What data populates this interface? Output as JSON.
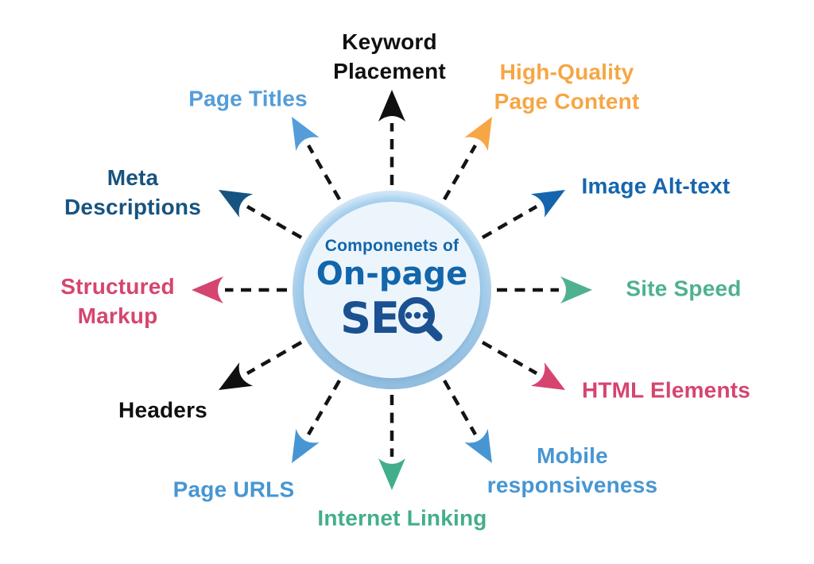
{
  "center": {
    "subtitle": "Componenets of",
    "title": "On-page",
    "acronym": "SE",
    "text_color": "#1266AB",
    "acronym_color": "#1B5191",
    "ring_color": "#A9D2EF",
    "fill_color": "#EDF5FC"
  },
  "dash_color": "#141414",
  "spokes": [
    {
      "label": "Keyword Placement",
      "color": "#101010"
    },
    {
      "label": "High-Quality Page Content",
      "color": "#F6A644"
    },
    {
      "label": "Image Alt-text",
      "color": "#1565AE"
    },
    {
      "label": "Site Speed",
      "color": "#4FB191"
    },
    {
      "label": "HTML Elements",
      "color": "#D6456F"
    },
    {
      "label": "Mobile responsiveness",
      "color": "#4796D3"
    },
    {
      "label": "Internet Linking",
      "color": "#43AE8C"
    },
    {
      "label": "Page URLS",
      "color": "#4796D3"
    },
    {
      "label": "Headers",
      "color": "#101010"
    },
    {
      "label": "Structured Markup",
      "color": "#D6456F"
    },
    {
      "label": "Meta Descriptions",
      "color": "#175380"
    },
    {
      "label": "Page Titles",
      "color": "#549DDA"
    }
  ]
}
